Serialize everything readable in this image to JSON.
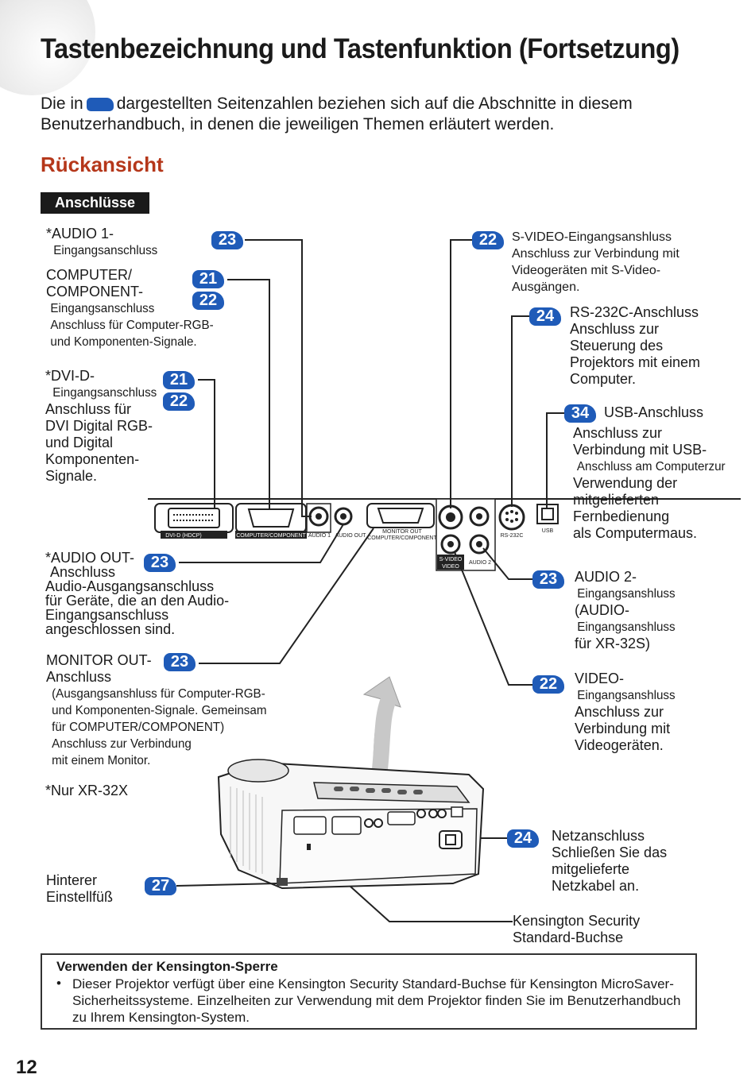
{
  "header": {
    "title": "Tastenbezeichnung und Tastenfunktion (Fortsetzung)",
    "intro_before": "Die in",
    "intro_after": "dargestellten Seitenzahlen beziehen sich auf die Abschnitte in diesem Benutzerhandbuch, in denen die jeweiligen Themen erläutert werden."
  },
  "section": "Rückansicht",
  "subheader": "Anschlüsse",
  "left": {
    "audio1": {
      "l1": "*AUDIO 1-",
      "l2": "Eingangsanschluss",
      "badge": "23"
    },
    "computer": {
      "l1": "COMPUTER/",
      "l2": "COMPONENT-",
      "l3": "Eingangsanschluss",
      "l4": "Anschluss für Computer-RGB-",
      "l5": "und Komponenten-Signale.",
      "b1": "21",
      "b2": "22"
    },
    "dvi": {
      "l1": "*DVI-D-",
      "l2": "Eingangsanschluss",
      "l3": "Anschluss für",
      "l4": "DVI Digital RGB-",
      "l5": "und Digital",
      "l6": "Komponenten-",
      "l7": "Signale.",
      "b1": "21",
      "b2": "22"
    },
    "audioout": {
      "l1": "*AUDIO OUT-",
      "l2": "Anschluss",
      "l3": "Audio-Ausgangsanschluss",
      "l4": "für Geräte, die an den Audio-",
      "l5": "Eingangsanschluss",
      "l6": "angeschlossen sind.",
      "badge": "23"
    },
    "monitorout": {
      "l1": "MONITOR OUT-",
      "l2": "Anschluss",
      "l3": "(Ausgangsanshluss für Computer-RGB-",
      "l4": "und Komponenten-Signale. Gemeinsam",
      "l5": "für COMPUTER/COMPONENT)",
      "l6": "Anschluss zur Verbindung",
      "l7": "mit einem Monitor.",
      "badge": "23"
    },
    "footnote": "*Nur XR-32X",
    "foot": {
      "l1": "Hinterer",
      "l2": "Einstellfüß",
      "badge": "27"
    }
  },
  "right": {
    "svideo": {
      "l1": "S-VIDEO-Eingangsanshluss",
      "l2": "Anschluss zur Verbindung mit",
      "l3": "Videogeräten mit S-Video-",
      "l4": "Ausgängen.",
      "badge": "22"
    },
    "rs232": {
      "l1": "RS-232C-Anschluss",
      "l2": "Anschluss zur",
      "l3": "Steuerung des",
      "l4": "Projektors mit einem",
      "l5": "Computer.",
      "badge": "24"
    },
    "usb": {
      "l1": "USB-Anschluss",
      "l2": "Anschluss zur",
      "l3": "Verbindung mit USB-",
      "l4": "Anschluss am Computerzur",
      "l5": "Verwendung der",
      "l6": "mitgelieferten",
      "l7": "Fernbedienung",
      "l8": "als Computermaus.",
      "badge": "34"
    },
    "audio2": {
      "l1": "AUDIO 2-",
      "l2": "Eingangsanshluss",
      "l3": "(AUDIO-",
      "l4": "Eingangsanshluss",
      "l5": "für XR-32S)",
      "badge": "23"
    },
    "video": {
      "l1": "VIDEO-",
      "l2": "Eingangsanshluss",
      "l3": "Anschluss zur",
      "l4": "Verbindung mit",
      "l5": "Videogeräten.",
      "badge": "22"
    },
    "power": {
      "l1": "Netzanschluss",
      "l2": "Schließen Sie das",
      "l3": "mitgelieferte",
      "l4": "Netzkabel an.",
      "badge": "24"
    },
    "kensington": {
      "l1": "Kensington Security",
      "l2": "Standard-Buchse"
    }
  },
  "panel": {
    "dvi": "DVI-D (HDCP)",
    "computer": "COMPUTER/COMPONENT",
    "audio1": "AUDIO 1",
    "audioout": "AUDIO OUT",
    "monitor1": "MONITOR OUT",
    "monitor2": "COMPUTER/COMPONENT",
    "svideo": "S-VIDEO",
    "video": "VIDEO",
    "audio2": "AUDIO 2",
    "rs232": "RS-232C",
    "usb": "USB"
  },
  "note": {
    "heading": "Verwenden der Kensington-Sperre",
    "bullet": "•",
    "text": "Dieser Projektor verfügt über eine Kensington Security Standard-Buchse für Kensington MicroSaver-Sicherheitssysteme. Einzelheiten zur Verwendung mit dem Projektor finden Sie im Benutzerhandbuch zu Ihrem Kensington-System."
  },
  "page_number": "12",
  "colors": {
    "badge": "#1f5bb8",
    "section": "#b5371a",
    "arrow": "#c8c8c8"
  }
}
